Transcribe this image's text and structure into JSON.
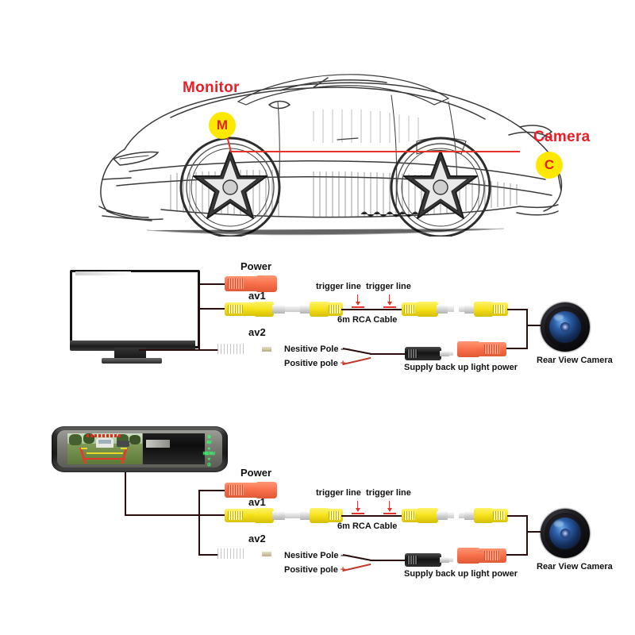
{
  "page": {
    "title": "Car Rear View Camera and Monitor Wiring Diagram"
  },
  "car_illustration": {
    "monitor_label": "Monitor",
    "monitor_badge": "M",
    "camera_label": "Camera",
    "camera_badge": "C",
    "badge_color": "#ffe800",
    "label_color": "#ee1c25",
    "link_line_color": "#e8312a"
  },
  "diagram_top": {
    "display_type": "tv-monitor",
    "power_label": "Power",
    "av1_label": "av1",
    "av2_label": "av2",
    "trigger_label_1": "trigger line",
    "trigger_label_2": "trigger line",
    "cable_label": "6m RCA Cable",
    "negative_label": "Nesitive Pole",
    "negative_symbol": "—",
    "positive_label": "Positive pole",
    "positive_symbol": "+",
    "supply_label": "Supply back up light power",
    "camera_label": "Rear View Camera"
  },
  "diagram_bottom": {
    "display_type": "rear-view-mirror-monitor",
    "power_label": "Power",
    "av1_label": "av1",
    "av2_label": "av2",
    "trigger_label_1": "trigger line",
    "trigger_label_2": "trigger line",
    "cable_label": "6m RCA Cable",
    "negative_label": "Nesitive Pole",
    "negative_symbol": "—",
    "positive_label": "Positive pole",
    "positive_symbol": "+",
    "supply_label": "Supply back up light power",
    "camera_label": "Rear View Camera"
  },
  "colors": {
    "power_connector": "#f8714c",
    "av_connector": "#f5e21a",
    "wire": "#2b0d0d",
    "accent_red": "#e8312a",
    "mirror_button": "#3dff6a"
  }
}
